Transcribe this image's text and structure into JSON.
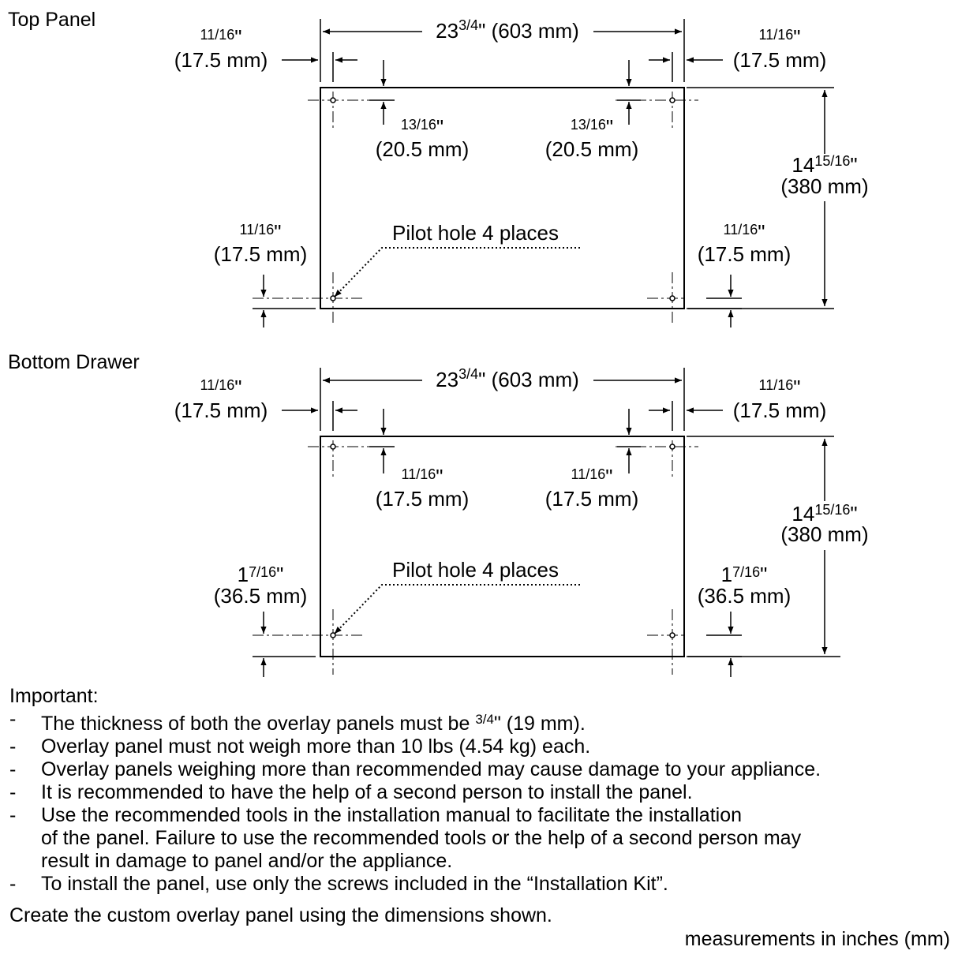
{
  "sections": {
    "top": {
      "title": "Top Panel",
      "width": {
        "whole": "23",
        "frac": "3/4",
        "rest": "\" (603 mm)"
      },
      "side_offset": {
        "frac": "11/16",
        "mm": "(17.5 mm)"
      },
      "top_inset": {
        "frac": "13/16",
        "mm": "(20.5 mm)"
      },
      "bottom_offset": {
        "whole": "",
        "frac": "11/16",
        "mm": "(17.5 mm)"
      },
      "height": {
        "whole": "14",
        "frac": "15/16",
        "mm": "(380 mm)"
      },
      "pilot": "Pilot hole 4 places"
    },
    "bottom": {
      "title": "Bottom Drawer",
      "width": {
        "whole": "23",
        "frac": "3/4",
        "rest": "\" (603 mm)"
      },
      "side_offset": {
        "frac": "11/16",
        "mm": "(17.5 mm)"
      },
      "top_inset": {
        "frac": "11/16",
        "mm": "(17.5 mm)"
      },
      "bottom_offset": {
        "whole": "1",
        "frac": "7/16",
        "mm": "(36.5 mm)"
      },
      "height": {
        "whole": "14",
        "frac": "15/16",
        "mm": "(380 mm)"
      },
      "pilot": "Pilot hole 4 places"
    }
  },
  "notes": {
    "heading": "Important:",
    "bullet": "-",
    "item1_pre": "The thickness of both the overlay panels must be ",
    "item1_frac": "3/4",
    "item1_post": "\" (19 mm).",
    "item2": "Overlay panel must not weigh more than 10 lbs (4.54 kg) each.",
    "item3": "Overlay panels weighing more than recommended may cause damage to your appliance.",
    "item4": "It is recommended to have the help of a second person to install the panel.",
    "item5_line1": "Use the recommended tools in the installation manual to facilitate the installation",
    "item5_line2": "of the panel. Failure to use the recommended tools or the help of a second person may",
    "item5_line3": "result in damage to panel and/or the appliance.",
    "item6": "To install the panel, use only the screws included in the “Installation Kit”.",
    "closing": "Create the custom overlay panel using the dimensions shown.",
    "units": "measurements in inches (mm)"
  }
}
